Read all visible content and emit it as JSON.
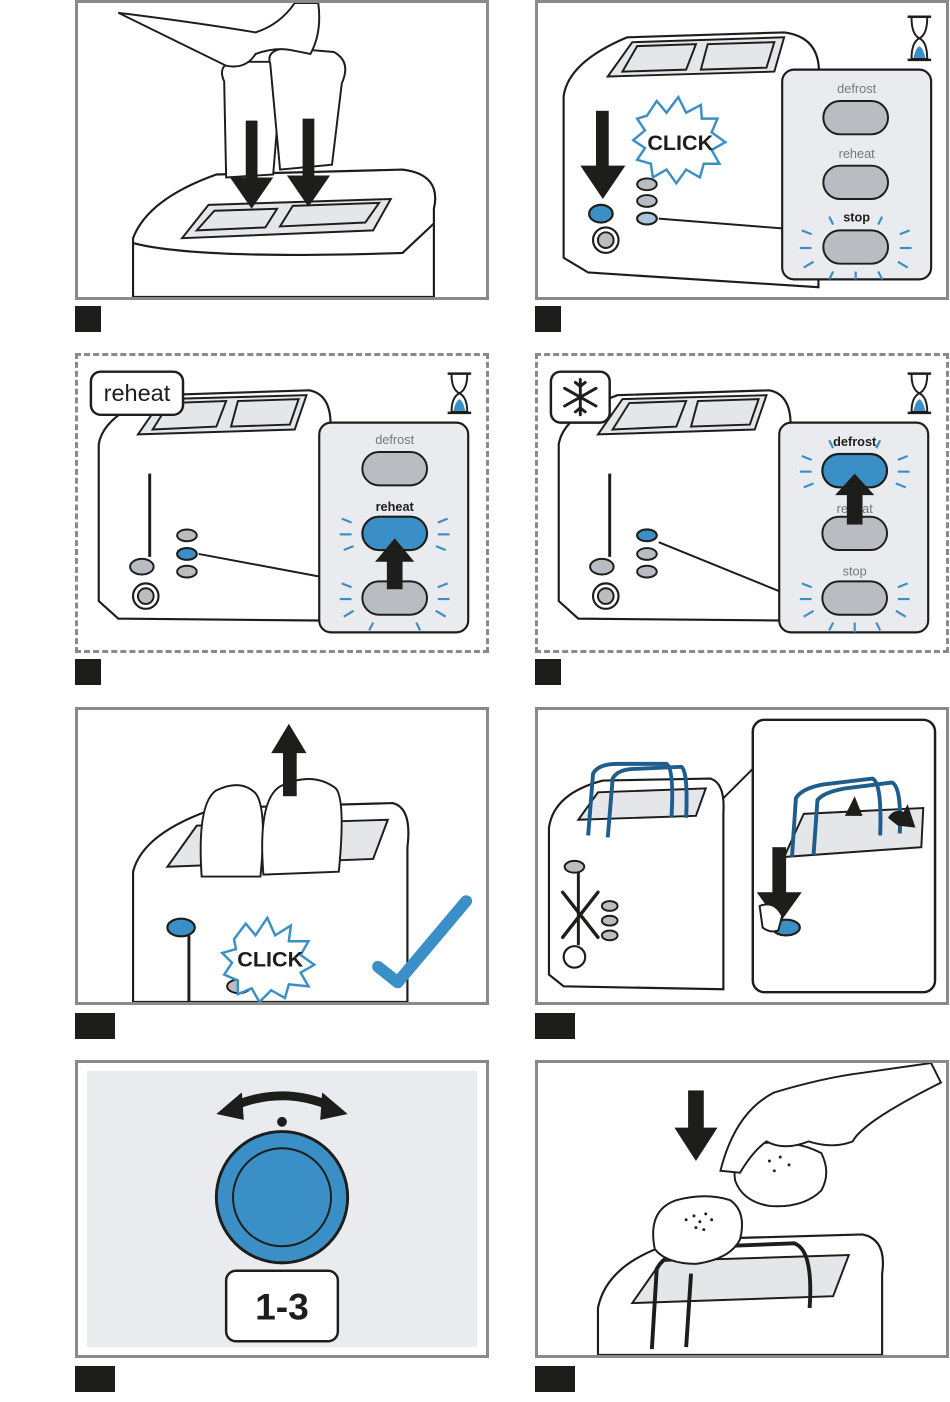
{
  "panels": {
    "p2": {
      "click_label": "CLICK",
      "buttons": [
        "defrost",
        "reheat",
        "stop"
      ]
    },
    "p3": {
      "mode_label": "reheat",
      "buttons": [
        "defrost",
        "reheat",
        "stop"
      ]
    },
    "p4": {
      "buttons": [
        "defrost",
        "reheat",
        "stop"
      ]
    },
    "p5": {
      "click_label": "CLICK"
    },
    "p7": {
      "range_label": "1-3"
    }
  },
  "colors": {
    "accent_blue": "#3a8fc6",
    "line": "#1d1d1b",
    "frame": "#8a8a8a",
    "inset_bg": "#e9ebee"
  },
  "icons": [
    "hand-icon",
    "down-arrow-icon",
    "hourglass-icon",
    "snowflake-icon",
    "checkmark-icon",
    "cross-icon",
    "rotate-arrow-icon"
  ]
}
